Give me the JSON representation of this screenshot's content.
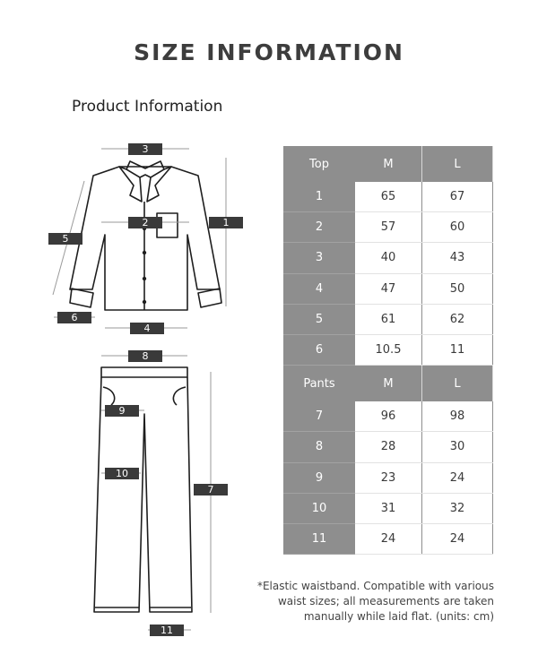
{
  "header": {
    "title": "SIZE INFORMATION"
  },
  "section": {
    "title": "Product Information"
  },
  "diagram": {
    "labels": [
      "3",
      "2",
      "1",
      "5",
      "6",
      "4",
      "8",
      "9",
      "10",
      "7",
      "11"
    ]
  },
  "table": {
    "top": {
      "header": [
        "Top",
        "M",
        "L"
      ],
      "rows": [
        [
          "1",
          "65",
          "67"
        ],
        [
          "2",
          "57",
          "60"
        ],
        [
          "3",
          "40",
          "43"
        ],
        [
          "4",
          "47",
          "50"
        ],
        [
          "5",
          "61",
          "62"
        ],
        [
          "6",
          "10.5",
          "11"
        ]
      ]
    },
    "pants": {
      "header": [
        "Pants",
        "M",
        "L"
      ],
      "rows": [
        [
          "7",
          "96",
          "98"
        ],
        [
          "8",
          "28",
          "30"
        ],
        [
          "9",
          "23",
          "24"
        ],
        [
          "10",
          "31",
          "32"
        ],
        [
          "11",
          "24",
          "24"
        ]
      ]
    }
  },
  "footnote": {
    "lines": [
      "*Elastic waistband. Compatible with various",
      "waist sizes; all measurements are taken",
      "manually while laid flat. (units: cm)"
    ]
  },
  "colors": {
    "table_header": "#8e8e8e",
    "label_bg": "#3a3a3a",
    "title": "#3d3d3d"
  }
}
